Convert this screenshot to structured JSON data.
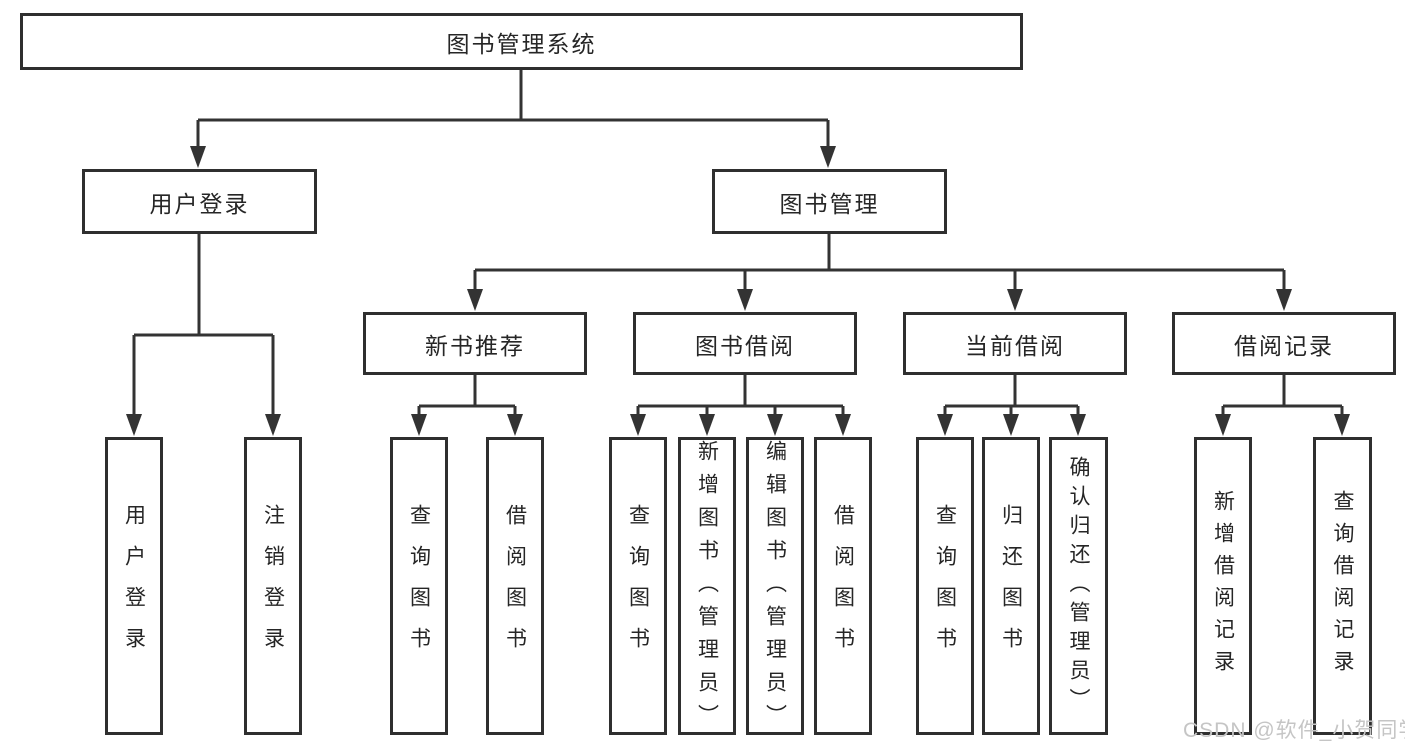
{
  "tree": {
    "root": {
      "label": "图书管理系统"
    },
    "level2": [
      {
        "label": "用户登录",
        "children": [
          {
            "label": "用户登录"
          },
          {
            "label": "注销登录"
          }
        ]
      },
      {
        "label": "图书管理",
        "children": [
          {
            "label": "新书推荐",
            "children": [
              {
                "label": "查询图书"
              },
              {
                "label": "借阅图书"
              }
            ]
          },
          {
            "label": "图书借阅",
            "children": [
              {
                "label": "查询图书"
              },
              {
                "label": "新增图书（管理员）"
              },
              {
                "label": "编辑图书（管理员）"
              },
              {
                "label": "借阅图书"
              }
            ]
          },
          {
            "label": "当前借阅",
            "children": [
              {
                "label": "查询图书"
              },
              {
                "label": "归还图书"
              },
              {
                "label": "确认归还（管理员）"
              }
            ]
          },
          {
            "label": "借阅记录",
            "children": [
              {
                "label": "新增借阅记录"
              },
              {
                "label": "查询借阅记录"
              }
            ]
          }
        ]
      }
    ]
  },
  "watermark": "CSDN @软件_小贺同学",
  "colors": {
    "line": "#333333",
    "box_border": "#2f2f2f",
    "text": "#262626",
    "watermark": "#c5c5c5",
    "background": "#ffffff"
  }
}
